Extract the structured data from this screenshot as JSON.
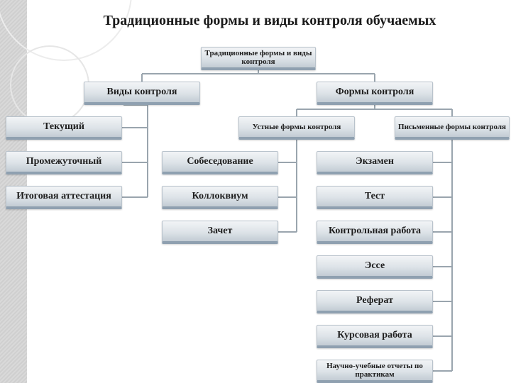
{
  "title": "Традиционные формы и виды контроля обучаемых",
  "root": "Традиционные формы и виды контроля",
  "kinds": {
    "label": "Виды контроля",
    "items": [
      "Текущий",
      "Промежуточный",
      "Итоговая аттестация"
    ]
  },
  "forms": {
    "label": "Формы контроля",
    "oral": {
      "label": "Устные формы контроля",
      "items": [
        "Собеседование",
        "Коллоквиум",
        "Зачет"
      ]
    },
    "written": {
      "label": "Письменные формы контроля",
      "items": [
        "Экзамен",
        "Тест",
        "Контрольная работа",
        "Эссе",
        "Реферат",
        "Курсовая работа",
        "Научно-учебные отчеты по практикам"
      ]
    }
  },
  "colors": {
    "line": "#9aa5ae",
    "box_top": "#f2f4f6",
    "box_bottom": "#c3ccd4",
    "box_edge": "#8fa0b0"
  }
}
